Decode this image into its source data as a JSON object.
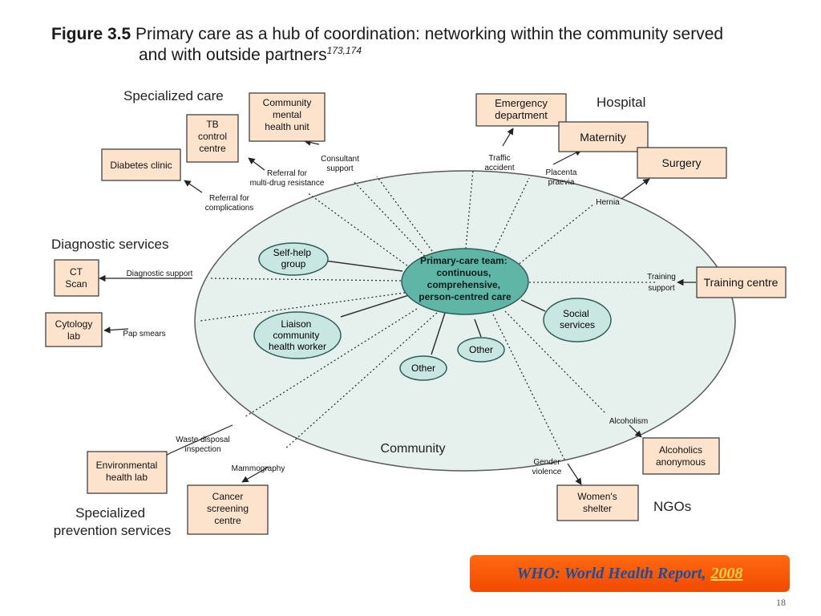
{
  "title": {
    "figure": "Figure 3.5",
    "line1": "Primary care as a hub of coordination: networking within the community served",
    "line2": "and with outside partners",
    "refs": "173,174"
  },
  "center": {
    "lines": [
      "Primary-care team:",
      "continuous,",
      "comprehensive,",
      "person-centred care"
    ]
  },
  "community_label": "Community",
  "inner": {
    "selfhelp": [
      "Self-help",
      "group"
    ],
    "liaison": [
      "Liaison",
      "community",
      "health worker"
    ],
    "social": [
      "Social",
      "services"
    ],
    "other1": [
      "Other"
    ],
    "other2": [
      "Other"
    ]
  },
  "groups": {
    "specialized_care": "Specialized care",
    "hospital": "Hospital",
    "diagnostic": "Diagnostic services",
    "prevention": [
      "Specialized",
      "prevention services"
    ],
    "ngos": "NGOs"
  },
  "boxes": {
    "cmhu": [
      "Community",
      "mental",
      "health unit"
    ],
    "tb": [
      "TB",
      "control",
      "centre"
    ],
    "diabetes": [
      "Diabetes clinic"
    ],
    "emergency": [
      "Emergency",
      "department"
    ],
    "maternity": [
      "Maternity"
    ],
    "surgery": [
      "Surgery"
    ],
    "ct": [
      "CT",
      "Scan"
    ],
    "cytology": [
      "Cytology",
      "lab"
    ],
    "training": [
      "Training centre"
    ],
    "envlab": [
      "Environmental",
      "health lab"
    ],
    "cancer": [
      "Cancer",
      "screening",
      "centre"
    ],
    "alcoholics": [
      "Alcoholics",
      "anonymous"
    ],
    "shelter": [
      "Women's",
      "shelter"
    ]
  },
  "links": {
    "consultant": [
      "Consultant",
      "support"
    ],
    "mdr": [
      "Referral for",
      "multi-drug resistance"
    ],
    "complications": [
      "Referral for",
      "complications"
    ],
    "traffic": [
      "Traffic",
      "accident"
    ],
    "placenta": [
      "Placenta",
      "praevia"
    ],
    "hernia": [
      "Hernia"
    ],
    "diagnostic": [
      "Diagnostic support"
    ],
    "pap": [
      "Pap smears"
    ],
    "trainingsupport": [
      "Training",
      "support"
    ],
    "waste": [
      "Waste disposal",
      "inspection"
    ],
    "mammography": [
      "Mammography"
    ],
    "alcoholism": [
      "Alcoholism"
    ],
    "gender": [
      "Gender",
      "violence"
    ]
  },
  "source": {
    "text": "WHO: World Health Report,",
    "year": "2008"
  },
  "page_number": "18",
  "colors": {
    "box_fill": "#fde3cc",
    "teal": "#5fb5a6",
    "inner_fill": "#c9e7e2",
    "ellipse_fill": "#e6f1ee",
    "footer_bg": "#f25a0a"
  }
}
